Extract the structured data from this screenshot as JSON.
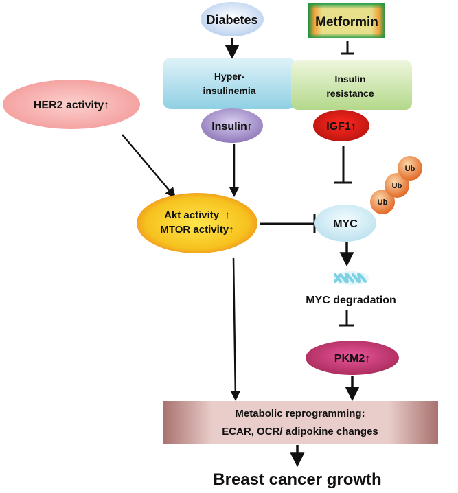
{
  "colors": {
    "arrow": "#111111",
    "diabetes": "#cfe0f3",
    "metformin": "#1f9a45",
    "hyperinsulinemia": "#a9dcea",
    "insulin_resistance": "#c9e2a4",
    "insulin": "#8e78b8",
    "igf1": "#e8281e",
    "her2": "#f6a6a3",
    "akt": "#f4c320",
    "myc": "#cfeaf3",
    "ub": "#e8762f",
    "dna": "#7ed0e3",
    "pkm2": "#c2366e",
    "metabolic_box": "#c89490"
  },
  "nodes": {
    "diabetes": "Diabetes",
    "metformin": "Metformin",
    "hyperinsulinemia": [
      "Hyper-",
      "insulinemia"
    ],
    "insulin_resistance": [
      "Insulin",
      "resistance"
    ],
    "insulin": "Insulin↑",
    "igf1": "IGF1↑",
    "her2": "HER2 activity↑",
    "akt": [
      "Akt activity  ↑",
      "MTOR activity↑"
    ],
    "myc": "MYC",
    "ub": [
      "Ub",
      "Ub",
      "Ub"
    ],
    "myc_degradation": "MYC degradation",
    "pkm2": "PKM2↑",
    "metabolic": [
      "Metabolic reprogramming:",
      "ECAR, OCR/ adipokine changes"
    ],
    "outcome": "Breast cancer growth"
  },
  "relations": [
    {
      "from": "Diabetes",
      "to": "Hyper-insulinemia",
      "type": "activates"
    },
    {
      "from": "Metformin",
      "to": "Insulin resistance",
      "type": "inhibits"
    },
    {
      "from": "Insulin",
      "to": "Akt activity / MTOR activity",
      "type": "activates"
    },
    {
      "from": "HER2 activity",
      "to": "Akt activity / MTOR activity",
      "type": "activates"
    },
    {
      "from": "IGF1",
      "to": "MYC",
      "type": "inhibits"
    },
    {
      "from": "Akt activity / MTOR activity",
      "to": "MYC",
      "type": "inhibits"
    },
    {
      "from": "MYC",
      "to": "MYC degradation",
      "type": "activates"
    },
    {
      "from": "MYC degradation",
      "to": "PKM2",
      "type": "inhibits"
    },
    {
      "from": "Akt activity / MTOR activity",
      "to": "Metabolic reprogramming",
      "type": "activates"
    },
    {
      "from": "PKM2",
      "to": "Metabolic reprogramming",
      "type": "activates"
    },
    {
      "from": "Metabolic reprogramming",
      "to": "Breast cancer growth",
      "type": "activates"
    }
  ]
}
